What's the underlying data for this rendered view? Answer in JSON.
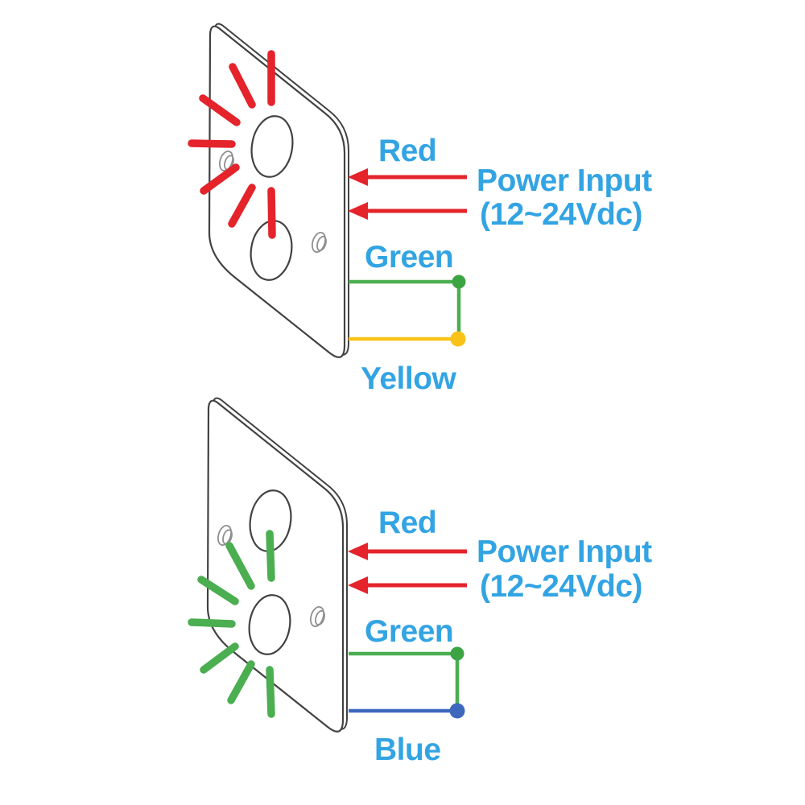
{
  "diagram_title": "indicator-wiring-diagram",
  "colors": {
    "label_text": "#33A4E3",
    "red": "#E4232B",
    "green": "#4BAE50",
    "green_dot": "#3CA443",
    "yellow": "#F8C217",
    "blue": "#3E68BE",
    "plate_outline": "#424242",
    "screw_outline": "#8F8F8F"
  },
  "panels": [
    {
      "name": "red-indicator",
      "flash_color": "red",
      "labels": {
        "power_wire": "Red",
        "power_title": "Power Input",
        "power_voltage": "(12~24Vdc)",
        "signal_wire_top": "Green",
        "signal_wire_bottom": "Yellow"
      }
    },
    {
      "name": "green-indicator",
      "flash_color": "green",
      "labels": {
        "power_wire": "Red",
        "power_title": "Power Input",
        "power_voltage": "(12~24Vdc)",
        "signal_wire_top": "Green",
        "signal_wire_bottom": "Blue"
      }
    }
  ]
}
